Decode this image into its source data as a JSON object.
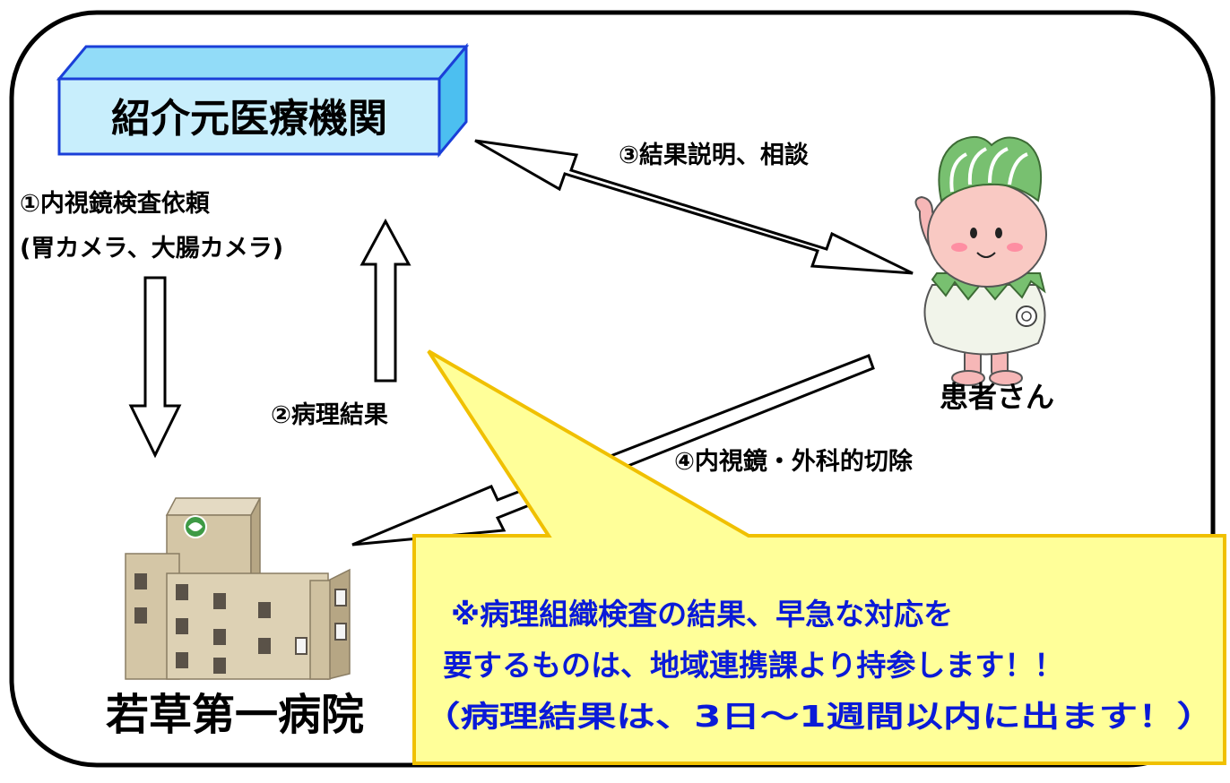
{
  "referral_institution": "紹介元医療機関",
  "step1": {
    "line1": "①内視鏡検査依頼",
    "line2": "(胃カメラ、大腸カメラ)"
  },
  "step2": "②病理結果",
  "step3": "③結果説明、相談",
  "step4": "④内視鏡・外科的切除",
  "patient_label": "患者さん",
  "hospital_name": "若草第一病院",
  "callout": {
    "line1": "※病理組織検査の結果、早急な対応を",
    "line2": "要するものは、地域連携課より持参します！！",
    "line3": "（病理結果は、3日～1週間以内に出ます！）"
  },
  "colors": {
    "box_fill": "#c8eefc",
    "box_top": "#92dcf8",
    "box_side": "#4cbff0",
    "box_border": "#1a3fd8",
    "callout_fill": "#ffff99",
    "callout_border": "#f0c000",
    "callout_text": "#0a1ad8",
    "mascot_leaf": "#78c070"
  }
}
